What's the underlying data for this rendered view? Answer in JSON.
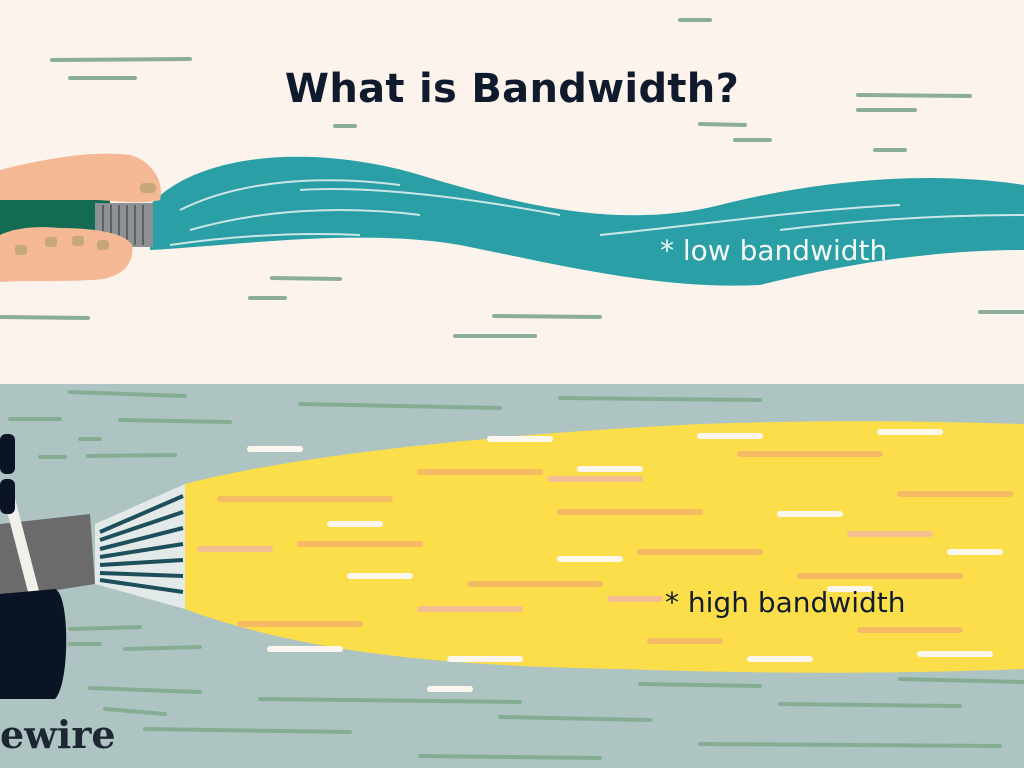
{
  "title": "What is Bandwidth?",
  "labels": {
    "low": "* low bandwidth",
    "high": "* high bandwidth"
  },
  "brand": "ewire",
  "colors": {
    "top_background": "#fbf3ec",
    "bottom_background": "#aec4c2",
    "low_stream": "#2a9fa5",
    "high_stream": "#fbde4a",
    "title_text": "#0f1b2d",
    "dash_green": "#7fa98d"
  },
  "icons": {
    "hose_hand": "hand-holding-hose-icon",
    "firehose_hand": "gloved-hand-holding-firehose-icon"
  }
}
